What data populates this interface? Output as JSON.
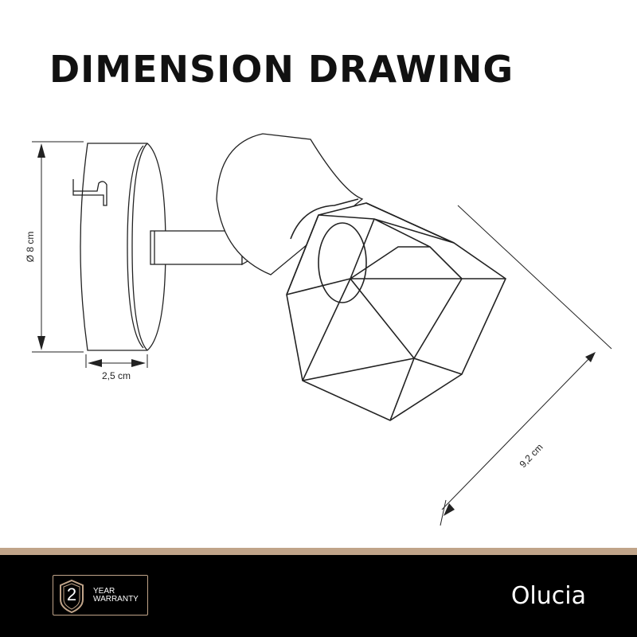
{
  "title": "DIMENSION DRAWING",
  "dimensions": {
    "diameter": "Ø 8 cm",
    "depth": "2,5 cm",
    "length": "9,2 cm"
  },
  "footer": {
    "warranty_number": "2",
    "warranty_line1": "YEAR",
    "warranty_line2": "WARRANTY",
    "brand": "Olucia"
  },
  "colors": {
    "accent": "#c0a489",
    "footer_bg": "#000000"
  }
}
